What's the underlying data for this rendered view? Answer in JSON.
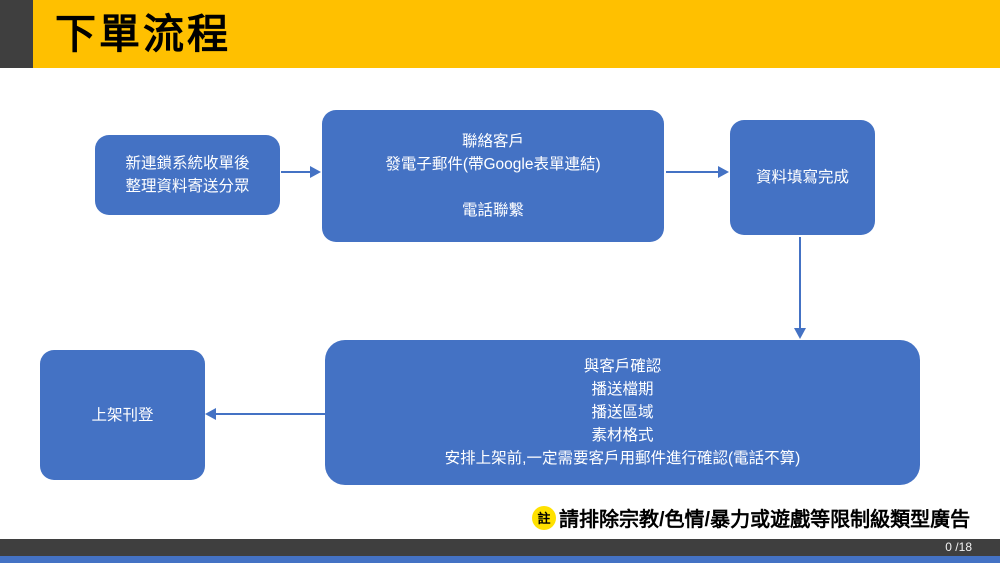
{
  "slide": {
    "title": "下單流程",
    "page_indicator": "0 /18"
  },
  "flowchart": {
    "box_collect": {
      "line1": "新連鎖系統收單後",
      "line2": "整理資料寄送分眾"
    },
    "box_contact": {
      "line1": "聯絡客戶",
      "line2": "發電子郵件(帶Google表單連結)",
      "line3": "電話聯繫"
    },
    "box_complete": {
      "line1": "資料填寫完成"
    },
    "box_confirm": {
      "line1": "與客戶確認",
      "line2": "播送檔期",
      "line3": "播送區域",
      "line4": "素材格式",
      "line5": "安排上架前,一定需要客戶用郵件進行確認(電話不算)"
    },
    "box_publish": {
      "line1": "上架刊登"
    }
  },
  "note": {
    "badge": "註",
    "text": "請排除宗教/色情/暴力或遊戲等限制級類型廣告"
  },
  "colors": {
    "header_yellow": "#FFC000",
    "header_accent_gray": "#3F3F3F",
    "box_blue": "#4472C4",
    "arrow_blue": "#4472C4",
    "note_badge_yellow": "#FFE100",
    "footer_gray": "#3F3F3F",
    "footer_strip_blue": "#4472C4",
    "title_black": "#000000"
  }
}
